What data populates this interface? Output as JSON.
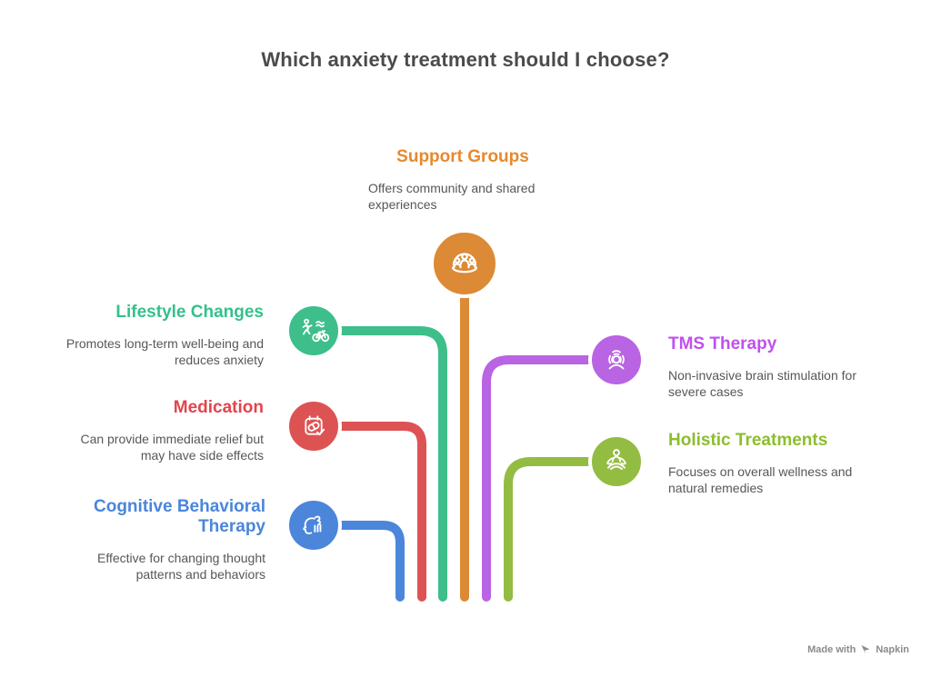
{
  "title": "Which anxiety treatment should I choose?",
  "colors": {
    "heading": "#4b4b4e",
    "body_text": "#57575b",
    "background": "#ffffff",
    "watermark": "#8b8b8d"
  },
  "watermark": {
    "prefix": "Made with",
    "brand": "Napkin"
  },
  "nodes": [
    {
      "id": "support-groups",
      "label": "Support Groups",
      "description": "Offers community and shared experiences",
      "color": "#DC8A35",
      "label_color": "#E7892E",
      "icon": "group-people-icon"
    },
    {
      "id": "lifestyle-changes",
      "label": "Lifestyle Changes",
      "description": "Promotes long-term well-being and reduces anxiety",
      "color": "#3EBE8B",
      "label_color": "#35C08B",
      "icon": "triathlon-icon"
    },
    {
      "id": "medication",
      "label": "Medication",
      "description": "Can provide immediate relief but may have side effects",
      "color": "#DD5353",
      "label_color": "#E3444E",
      "icon": "pill-calendar-icon"
    },
    {
      "id": "cognitive-behavioral-therapy",
      "label": "Cognitive Behavioral Therapy",
      "description": "Effective for changing thought patterns and behaviors",
      "color": "#4C86DB",
      "label_color": "#4A86DB",
      "icon": "head-hand-icon"
    },
    {
      "id": "tms-therapy",
      "label": "TMS Therapy",
      "description": "Non-invasive brain stimulation for severe cases",
      "color": "#B964E2",
      "label_color": "#C050EE",
      "icon": "brain-stimulation-icon"
    },
    {
      "id": "holistic-treatments",
      "label": "Holistic Treatments",
      "description": "Focuses on overall wellness and natural remedies",
      "color": "#93BC42",
      "label_color": "#8CBE2F",
      "icon": "meditation-icon"
    }
  ]
}
